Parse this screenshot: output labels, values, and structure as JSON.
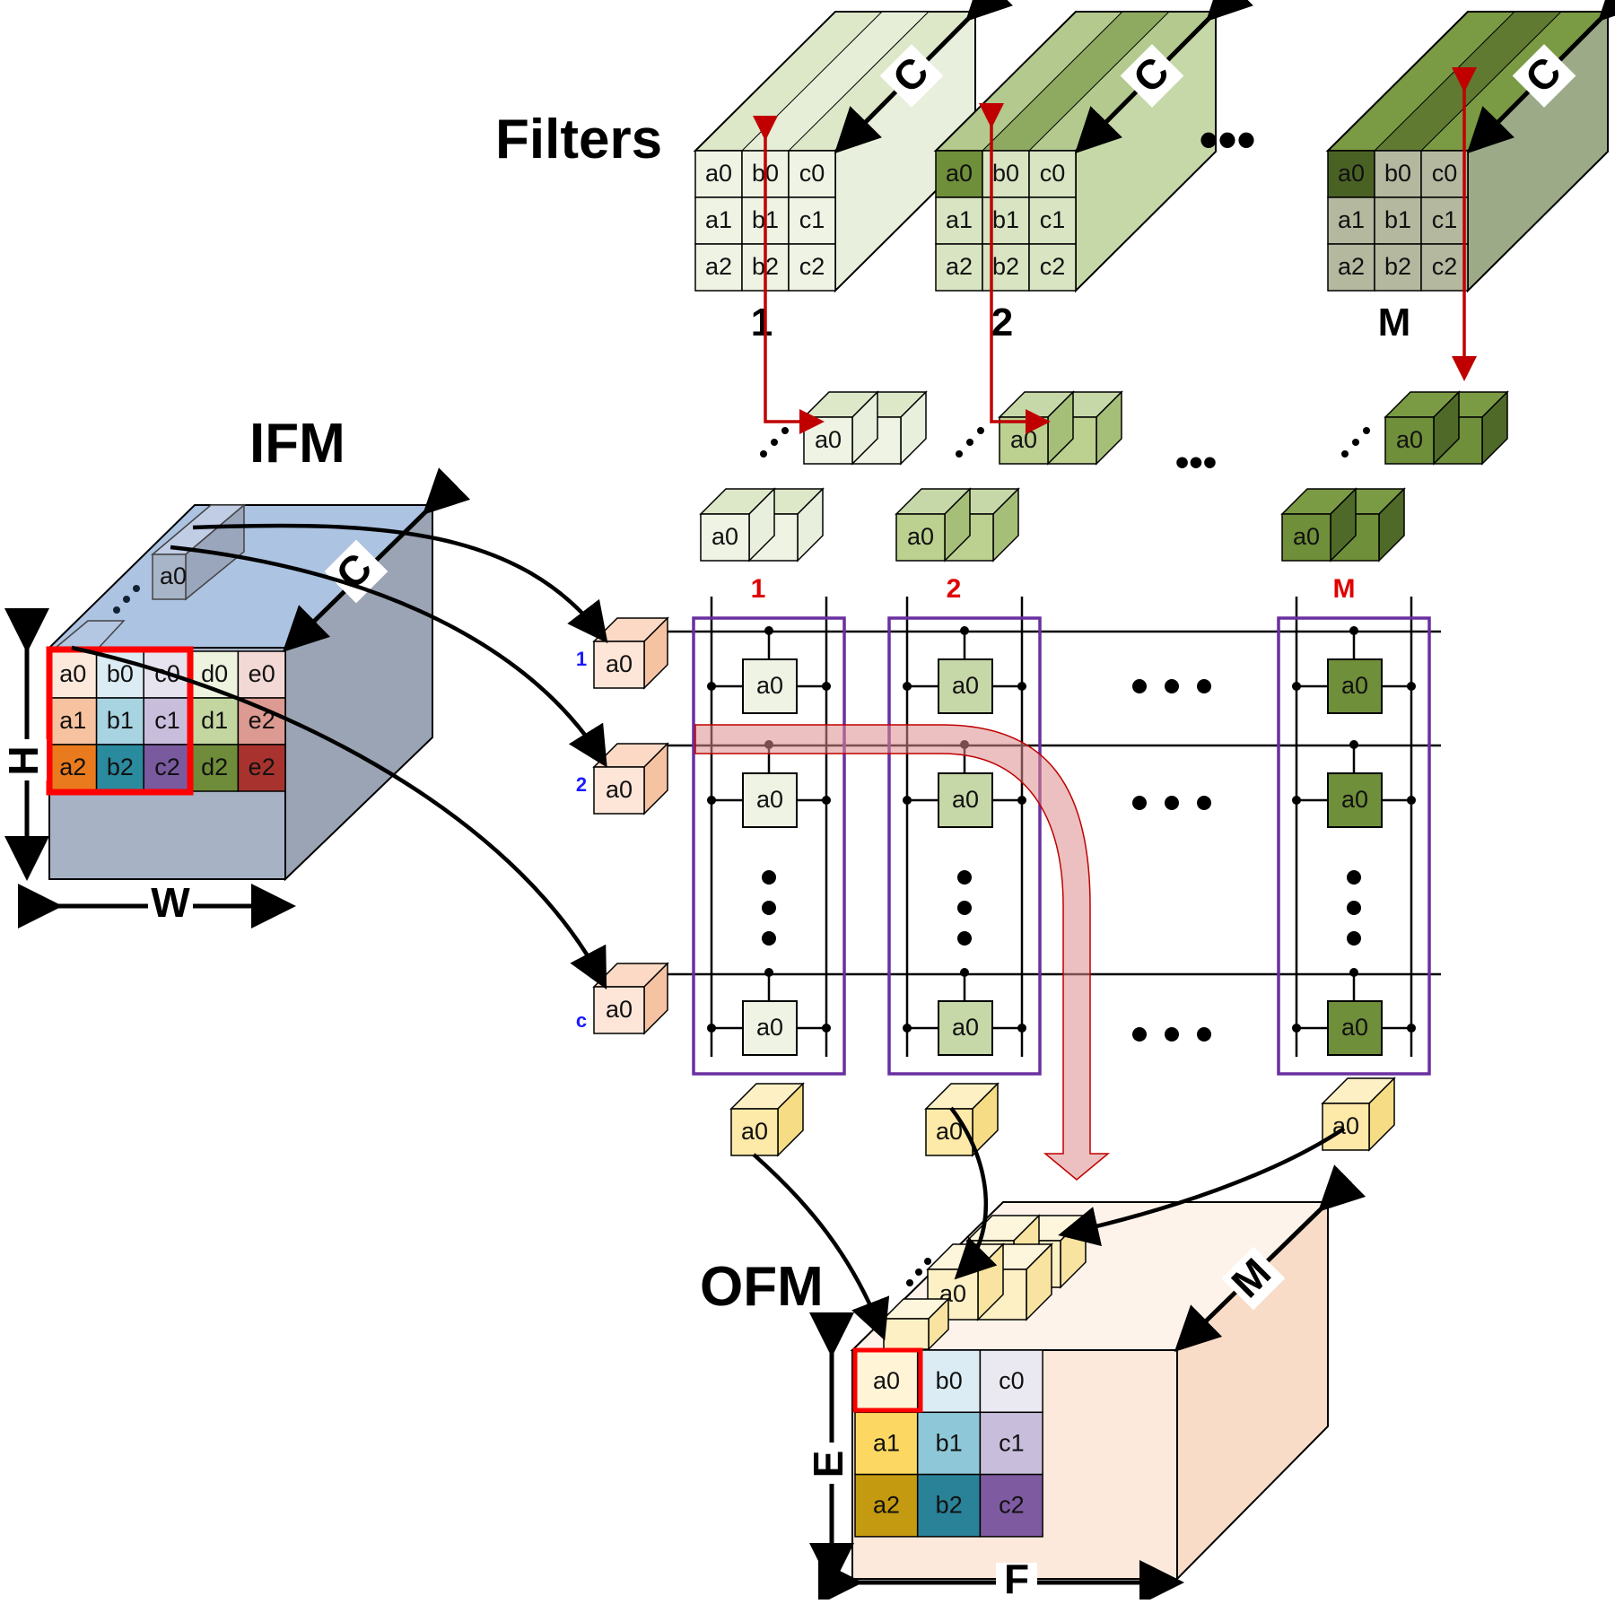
{
  "titles": {
    "filters": "Filters",
    "ifm": "IFM",
    "ofm": "OFM"
  },
  "filters": {
    "numbers": [
      "1",
      "2",
      "M"
    ],
    "channel_label": "C",
    "grid": [
      [
        "a0",
        "b0",
        "c0"
      ],
      [
        "a1",
        "b1",
        "c1"
      ],
      [
        "a2",
        "b2",
        "c2"
      ]
    ],
    "front_colors": [
      "#eef3e4",
      "#d8e4c2",
      "#b4b89f"
    ],
    "side_colors": [
      "#e8efdc",
      "#c6d8a8",
      "#9caa88"
    ],
    "top_colors": [
      "#dce8c8",
      "#b3c98e",
      "#7a9a44"
    ],
    "accent_colors": [
      "#eef3e4",
      "#6f8f3a",
      "#4a6124"
    ],
    "gap_dots": "•••"
  },
  "ifm": {
    "cells": [
      [
        "a0",
        "b0",
        "c0",
        "d0",
        "e0"
      ],
      [
        "a1",
        "b1",
        "c1",
        "d1",
        "e2"
      ],
      [
        "a2",
        "b2",
        "c2",
        "d2",
        "e2"
      ]
    ],
    "cell_colors": [
      [
        "#fde9dc",
        "#dcecf4",
        "#e6e2ee",
        "#eef3e0",
        "#f3d9d6"
      ],
      [
        "#f7c2a0",
        "#a8d4e2",
        "#c8bedc",
        "#c3d6a0",
        "#dc9a92"
      ],
      [
        "#e97a1e",
        "#2a8a9e",
        "#7a5a9e",
        "#6e8c3a",
        "#a8332e"
      ]
    ],
    "back_cell": "a0",
    "dim_h": "H",
    "dim_w": "W",
    "dim_c": "C"
  },
  "array": {
    "column_numbers": [
      "1",
      "2",
      "M"
    ],
    "row_numbers": [
      "1",
      "2",
      "c"
    ],
    "pe_label": "a0",
    "pe_colors": [
      "#eef3e4",
      "#c6d8a8",
      "#6f8f3a"
    ],
    "input_cube_label": "a0",
    "output_cube_label": "a0",
    "weight_cube_label": "a0",
    "gap_dots": "•••"
  },
  "ofm": {
    "cells": [
      [
        "a0",
        "b0",
        "c0"
      ],
      [
        "a1",
        "b1",
        "c1"
      ],
      [
        "a2",
        "b2",
        "c2"
      ]
    ],
    "cell_colors": [
      [
        "#fff4d6",
        "#dcecf4",
        "#eae8f0"
      ],
      [
        "#fcd862",
        "#8ec8d8",
        "#c8bedc"
      ],
      [
        "#c49a10",
        "#2a8298",
        "#7e5aa0"
      ]
    ],
    "back_cell": "a0",
    "dim_e": "E",
    "dim_f": "F",
    "dim_m": "M"
  }
}
